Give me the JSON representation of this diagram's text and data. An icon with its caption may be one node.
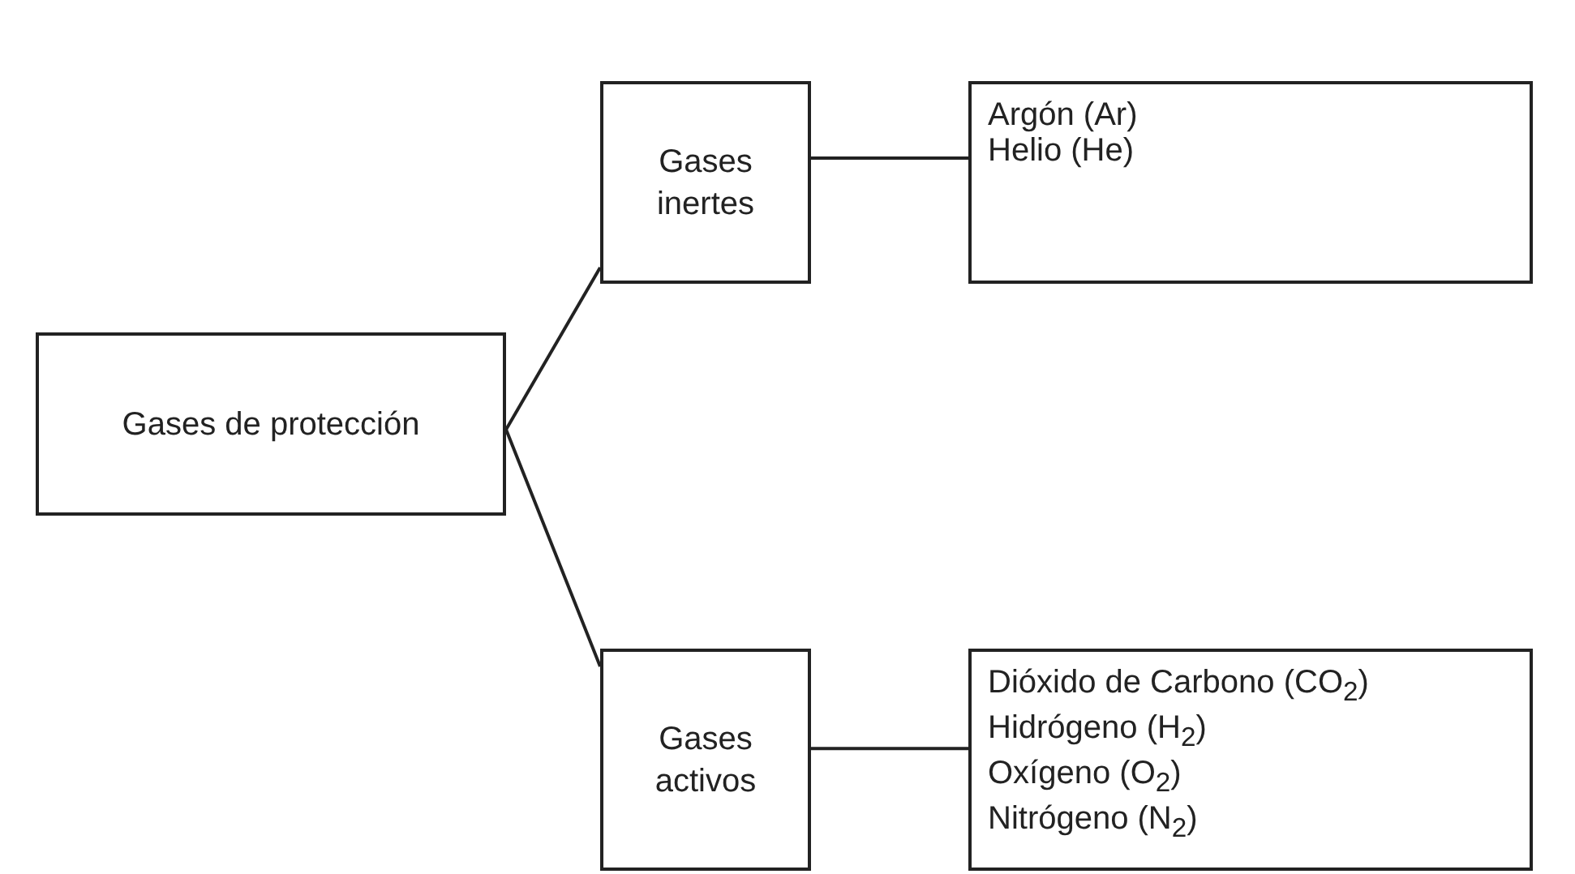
{
  "diagram": {
    "nodes": [
      {
        "text": [
          "Gases de protección"
        ]
      },
      {
        "text": [
          "Gases inertes"
        ]
      },
      {
        "text": [
          "Argón (Ar)",
          "Helio (He)"
        ]
      },
      {
        "text": [
          "Gases activos"
        ]
      },
      {
        "text": [
          "Dióxido de Carbono (CO$_{2}$)",
          "Hidrógeno (H$_{2}$)",
          "Oxígeno (O$_{2}$)",
          "Nitrógeno (N$_{2}$)"
        ]
      }
    ],
    "edges": [
      {
        "from": 0,
        "to": 1,
        "arrow": "none"
      },
      {
        "from": 0,
        "to": 3,
        "arrow": "none"
      },
      {
        "from": 1,
        "to": 2,
        "arrow": "none"
      },
      {
        "from": 3,
        "to": 4,
        "arrow": "none"
      }
    ]
  }
}
